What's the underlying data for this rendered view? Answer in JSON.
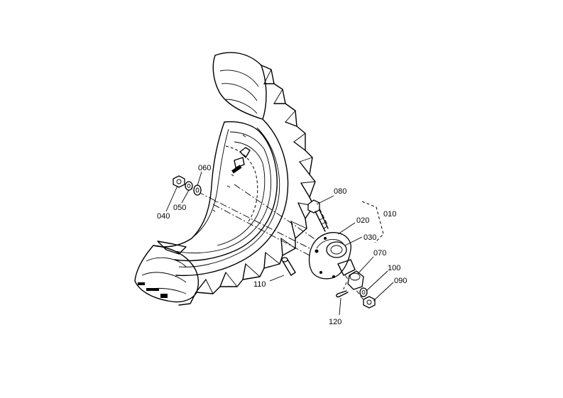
{
  "diagram": {
    "part_labels": {
      "p010": "010",
      "p020": "020",
      "p030": "030",
      "p040": "040",
      "p050": "050",
      "p060": "060",
      "p070": "070",
      "p080": "080",
      "p090": "090",
      "p100": "100",
      "p110": "110",
      "p120": "120"
    }
  }
}
